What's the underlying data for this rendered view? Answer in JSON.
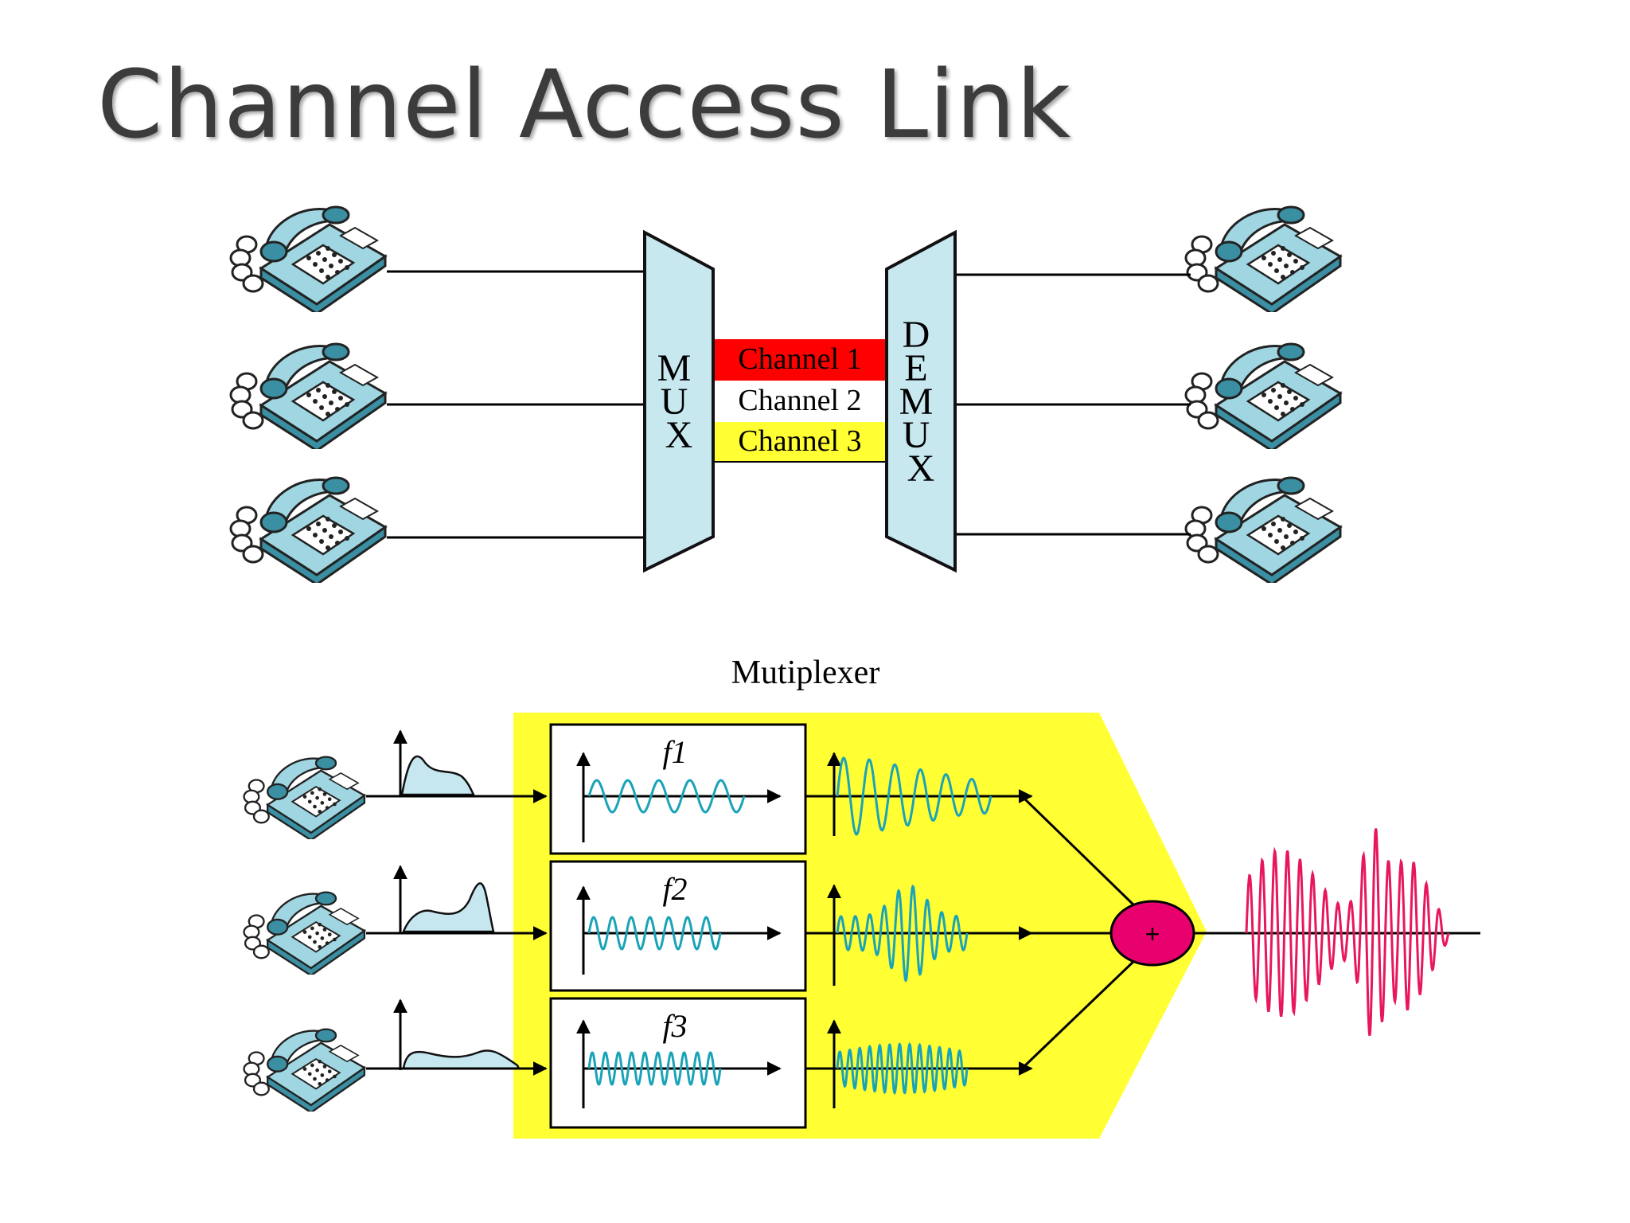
{
  "slide": {
    "title": "Channel Access Link"
  },
  "top_diagram": {
    "mux_label": "MUX",
    "demux_label": "DEMUX",
    "channels": [
      {
        "label": "Channel 1",
        "color": "#ff0000"
      },
      {
        "label": "Channel 2",
        "color": "#ffffff"
      },
      {
        "label": "Channel 3",
        "color": "#ffff33"
      }
    ],
    "phone_icon": "telephone-icon"
  },
  "bottom_diagram": {
    "title": "Mutiplexer",
    "filters": [
      {
        "label": "f1"
      },
      {
        "label": "f2"
      },
      {
        "label": "f3"
      }
    ],
    "sum_symbol": "+",
    "colors": {
      "panel": "#ffff33",
      "carrier": "#1aa3b8",
      "output": "#e8175d",
      "adder": "#e8006e",
      "spectrum_fill": "#c6e6f0"
    }
  }
}
